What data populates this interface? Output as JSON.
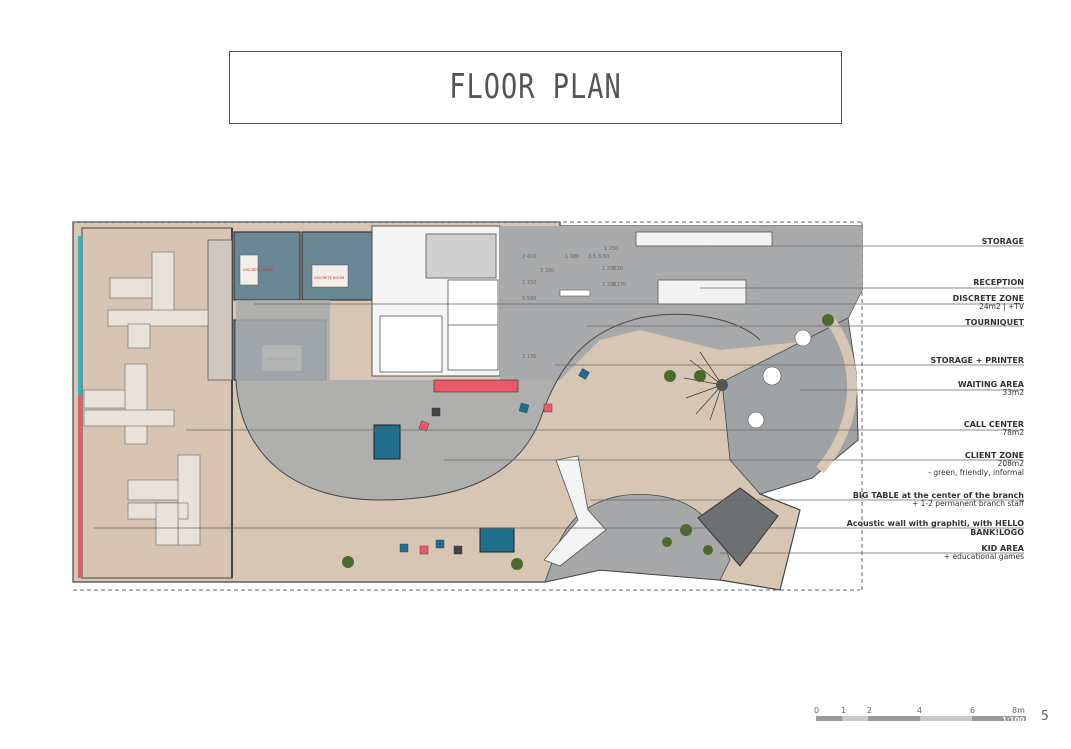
{
  "page": {
    "title": "FLOOR PLAN",
    "page_number": "5"
  },
  "legend": [
    {
      "id": "storage",
      "title": "STORAGE",
      "subtitle": ""
    },
    {
      "id": "reception",
      "title": "RECEPTION",
      "subtitle": ""
    },
    {
      "id": "discrete-zone",
      "title": "DISCRETE ZONE",
      "subtitle": "24m2 | +TV"
    },
    {
      "id": "tourniquet",
      "title": "TOURNIQUET",
      "subtitle": ""
    },
    {
      "id": "storage-printer",
      "title": "STORAGE + PRINTER",
      "subtitle": ""
    },
    {
      "id": "waiting-area",
      "title": "WAITING AREA",
      "subtitle": "33m2"
    },
    {
      "id": "call-center",
      "title": "CALL CENTER",
      "subtitle": "78m2"
    },
    {
      "id": "client-zone",
      "title": "CLIENT ZONE",
      "subtitle": "208m2",
      "subtitle2": "- green, friendly, informal"
    },
    {
      "id": "big-table",
      "title": "BIG TABLE at the center of the branch",
      "subtitle": "+ 1-2 permanent branch staff"
    },
    {
      "id": "acoustic-wall",
      "title": "Acoustic wall with graphiti, with HELLO",
      "subtitle_bold": "BANK!LOGO"
    },
    {
      "id": "kid-area",
      "title": "KID AREA",
      "subtitle": "+ educational games"
    }
  ],
  "dimensions": [
    "2 400",
    "1 080",
    "3.5",
    "8.60",
    "3 350",
    "2 150",
    "1 250",
    "5 580",
    "2 135",
    "1 200",
    "2 300",
    "3 170",
    "7.20"
  ],
  "room_labels": [
    "DISCRETE ROOM",
    "DISCRETE ROOM",
    "DISCRETE ROOM"
  ],
  "scale": {
    "ticks": [
      "0",
      "1",
      "2",
      "4",
      "6",
      "8m"
    ],
    "ratio": "1:100"
  },
  "colors": {
    "floor_wood": "#d9c7b5",
    "floor_concrete": "#a7a9ab",
    "room_teal": "#6a8796",
    "accent_red": "#e85a67",
    "accent_blue": "#1e6e8c",
    "plant_green": "#4b6b2c"
  }
}
